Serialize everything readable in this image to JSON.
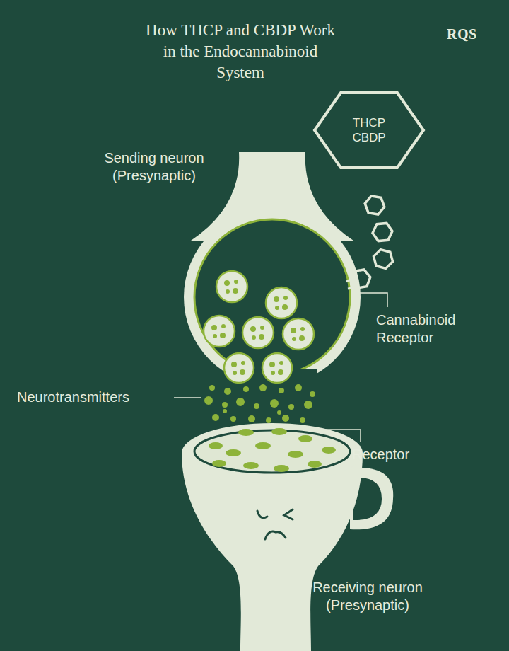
{
  "diagram": {
    "title": "How THCP and CBDP Work in the Endocannabinoid System",
    "nodes": [
      {
        "text": [
          "THCP CBDP"
        ]
      }
    ],
    "labels": [
      "RQS",
      "Sending neuron (Presynaptic)",
      "Cannabinoid Receptor",
      "Neurotransmitters",
      "Receptor",
      "Receiving neuron (Presynaptic)"
    ]
  }
}
